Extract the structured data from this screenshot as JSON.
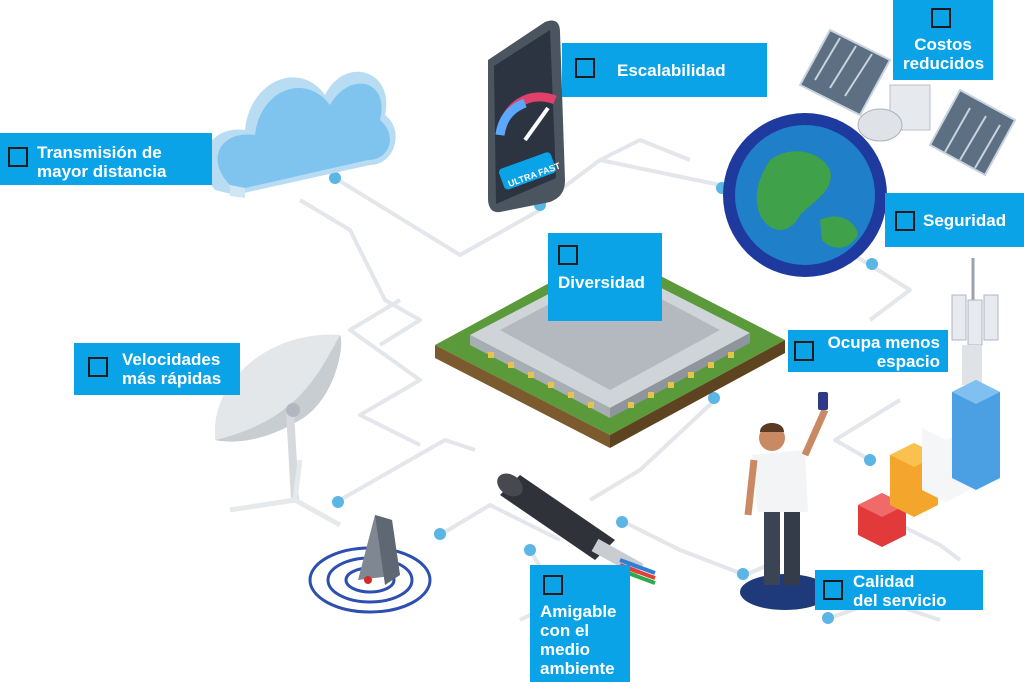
{
  "colors": {
    "accent": "#0aa3e8",
    "circuit_line": "#e3e6ea",
    "node": "#5bb6e6"
  },
  "labels": {
    "transmision": "Transmisión de\nmayor distancia",
    "escalabilidad": "Escalabilidad",
    "costos": "Costos\nreducidos",
    "seguridad": "Seguridad",
    "diversidad": "Diversidad",
    "velocidades": "Velocidades\nmás rápidas",
    "ocupa": "Ocupa menos\nespacio",
    "calidad": "Calidad\ndel servicio",
    "amigable": "Amigable\ncon el\nmedio\nambiente"
  },
  "phone": {
    "badge": "ULTRA FAST"
  },
  "icons": [
    "cloud-icon",
    "phone-speedometer-icon",
    "satellite-icon",
    "earth-globe-icon",
    "cpu-chip-icon",
    "satellite-dish-icon",
    "radar-tower-icon",
    "fiber-cable-icon",
    "person-phone-icon",
    "antenna-tower-icon",
    "bar-chart-icon"
  ]
}
